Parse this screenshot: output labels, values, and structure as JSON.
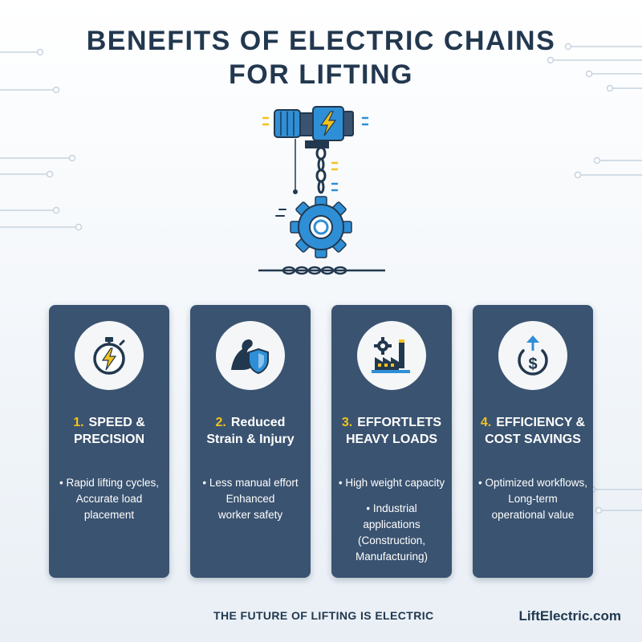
{
  "title": {
    "line1": "BENEFITS OF ELECTRIC CHAINS",
    "line2": "FOR LIFTING"
  },
  "colors": {
    "card_bg": "#3a5370",
    "heading": "#22384f",
    "accent_yellow": "#f4c21d",
    "accent_blue": "#2f8fd6"
  },
  "hero": {
    "icon": "electric-hoist-icon"
  },
  "cards": [
    {
      "number": "1.",
      "title_line1": "SPEED &",
      "title_line2": "PRECISION",
      "icon": "stopwatch-bolt-icon",
      "body": [
        "• Rapid lifting cycles,",
        "Accurate load",
        "placement"
      ]
    },
    {
      "number": "2.",
      "title_line1": "Reduced",
      "title_line2": "Strain & Injury",
      "icon": "arm-shield-icon",
      "body": [
        "• Less manual effort",
        "Enhanced",
        "worker safety"
      ]
    },
    {
      "number": "3.",
      "title_line1": "EFFORTLETS",
      "title_line2": "HEAVY LOADS",
      "icon": "factory-gear-icon",
      "body": [
        "• High weight capacity"
      ],
      "body2": [
        "• Industrial applications",
        "(Construction,",
        "Manufacturing)"
      ]
    },
    {
      "number": "4.",
      "title_line1": "EFFICIENCY &",
      "title_line2": "COST SAVINGS",
      "icon": "dollar-growth-icon",
      "body": [
        "• Optimized workflows,",
        "Long-term",
        "operational value"
      ]
    }
  ],
  "footer": {
    "tagline": "THE FUTURE OF LIFTING IS ELECTRIC",
    "site": "LiftElectric.com"
  }
}
